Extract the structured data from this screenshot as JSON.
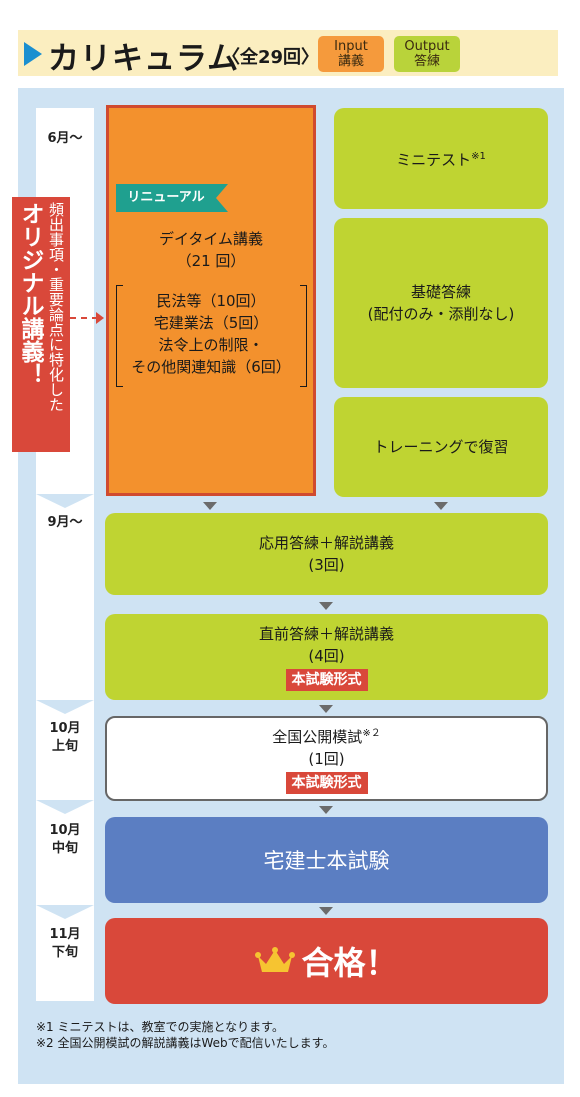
{
  "header": {
    "title": "カリキュラム",
    "count": "〈全29回〉",
    "input_tag": {
      "line1": "Input",
      "line2": "講義",
      "color": "#f59a3c"
    },
    "output_tag": {
      "line1": "Output",
      "line2": "答練",
      "color": "#b9d33a"
    }
  },
  "timeline": [
    {
      "line1": "6月〜",
      "line2": ""
    },
    {
      "line1": "9月〜",
      "line2": ""
    },
    {
      "line1": "10月",
      "line2": "上旬"
    },
    {
      "line1": "10月",
      "line2": "中旬"
    },
    {
      "line1": "11月",
      "line2": "下旬"
    }
  ],
  "original": {
    "main": "オリジナル講義！",
    "sub": "頻出事項・重要論点に特化した"
  },
  "daytime": {
    "renewal": "リニューアル",
    "title": "デイタイム講義",
    "sessions": "（21 回）",
    "subjects": [
      "民法等（10回）",
      "宅建業法（5回）",
      "法令上の制限・",
      "その他関連知識（6回）"
    ]
  },
  "boxes": {
    "mini_test": {
      "label": "ミニテスト",
      "mark": "※1"
    },
    "kiso": {
      "line1": "基礎答練",
      "line2": "(配付のみ・添削なし)"
    },
    "training": "トレーニングで復習",
    "oyo": {
      "line1": "応用答練＋解説講義",
      "line2": "(3回)"
    },
    "chokuzen": {
      "line1": "直前答練＋解説講義",
      "line2": "(4回)",
      "badge": "本試験形式"
    },
    "zenkoku": {
      "line1": "全国公開模試",
      "mark": "※２",
      "line2": "(1回)",
      "badge": "本試験形式"
    },
    "exam": "宅建士本試験",
    "pass": "合格！"
  },
  "footnotes": [
    "※1 ミニテストは、教室での実施となります。",
    "※2 全国公開模試の解説講義はWebで配信いたします。"
  ],
  "colors": {
    "orange": "#f3912d",
    "green": "#bfd432",
    "blue": "#5b7ec2",
    "red": "#d9483a",
    "teal": "#1fa08f",
    "panel": "#cfe3f3"
  }
}
